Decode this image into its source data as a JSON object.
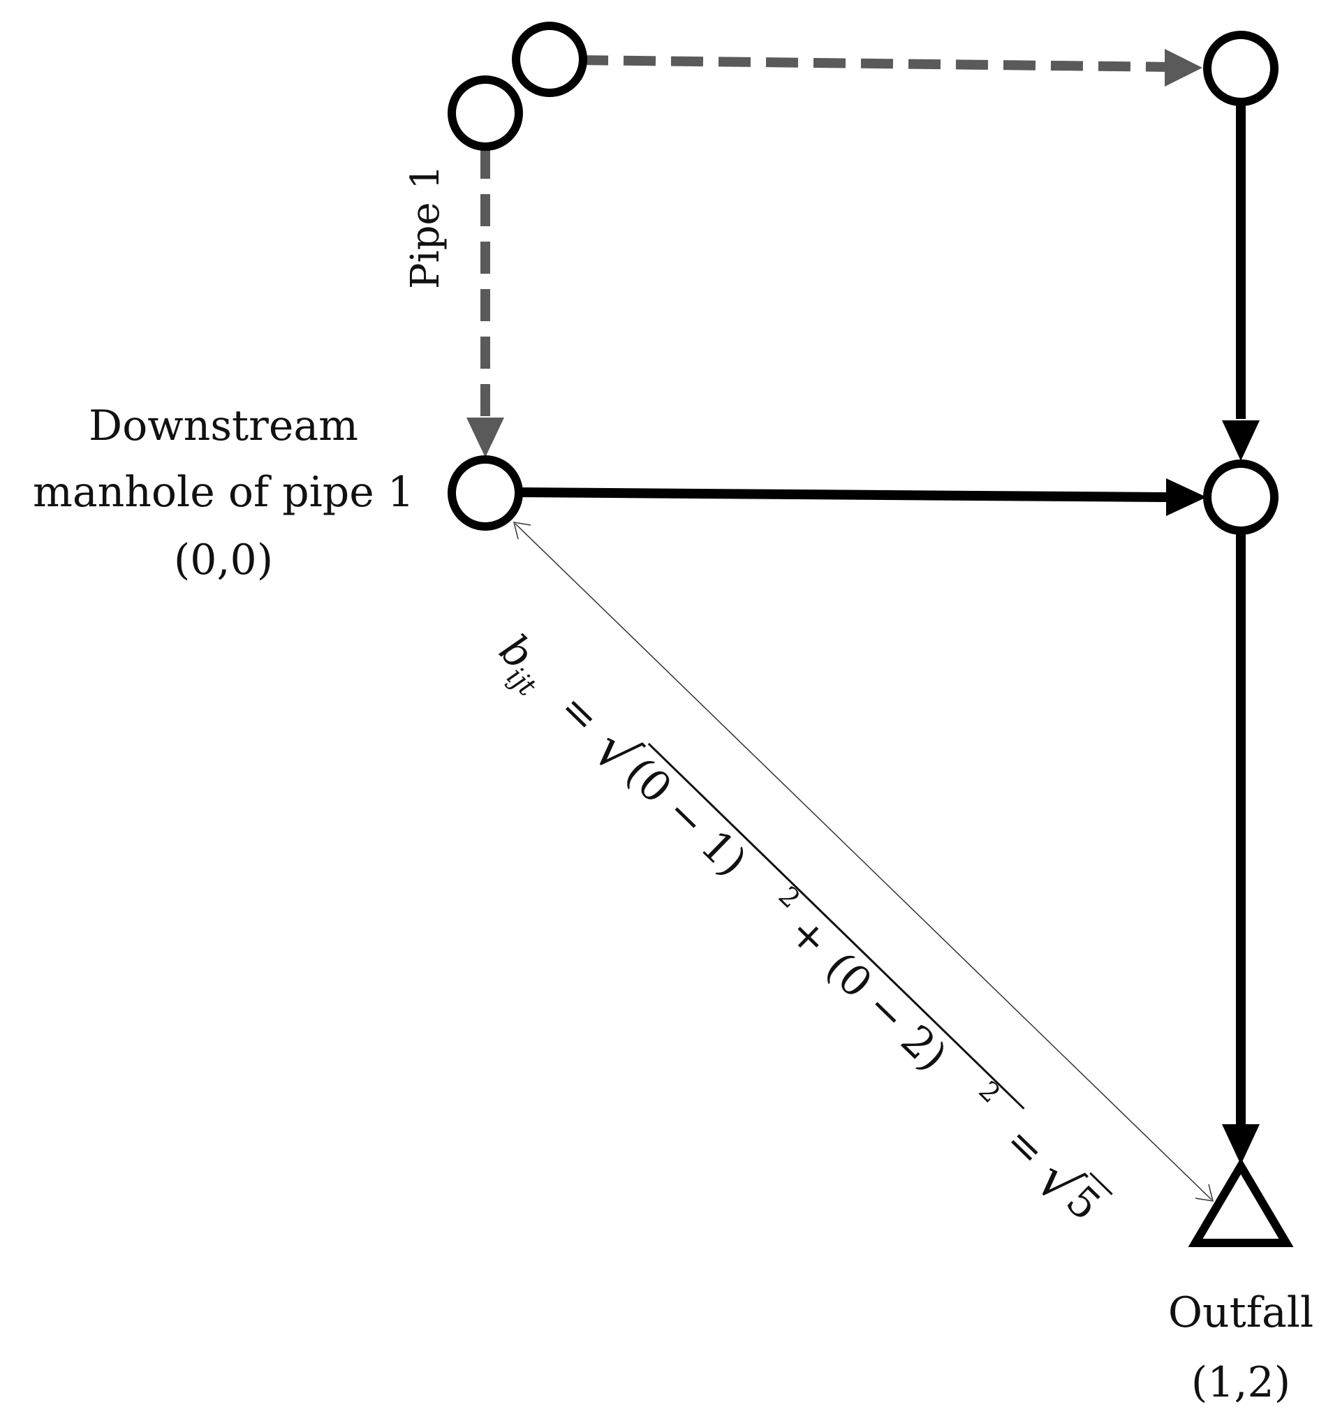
{
  "labels": {
    "pipe1": "Pipe 1",
    "downstream_line1": "Downstream",
    "downstream_line2": "manhole of pipe 1",
    "downstream_coord": "(0,0)",
    "outfall": "Outfall",
    "outfall_coord": "(1,2)"
  },
  "equation": {
    "symbol": "b",
    "subscript": "ijt",
    "equals": "=",
    "radical": "√",
    "radicand_part1": "(0 − 1)",
    "exponent1": "2",
    "plus": "+",
    "radicand_part2": "(0 − 2)",
    "exponent2": "2",
    "equals2": "=",
    "result_radical": "√",
    "result_radicand": "5"
  },
  "colors": {
    "existing_pipe": "#000000",
    "proposed_pipe": "#5a5a5a",
    "distance_line": "#333333"
  },
  "icons": {
    "manhole": "circle-node",
    "outfall": "triangle-node"
  }
}
